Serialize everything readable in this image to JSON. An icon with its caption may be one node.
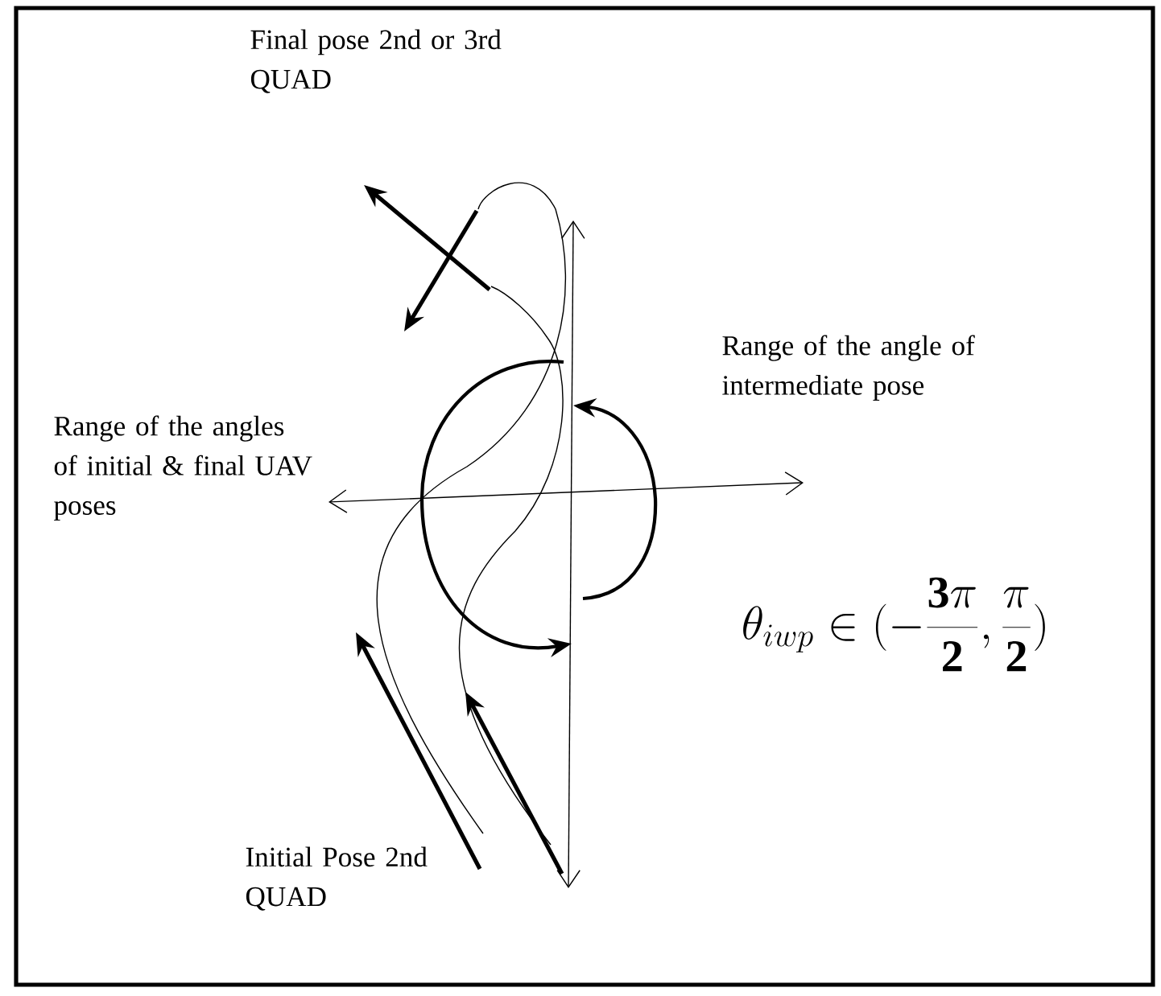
{
  "diagram": {
    "labels": [
      "Final pose 2nd or 3rd QUAD",
      "Range of the angle of intermediate pose",
      "Range of the angles of initial & final UAV poses",
      "\\theta_{iwp} \\in (-\\frac{\\mathbf{3}\\pi}{\\mathbf{2}}, \\frac{\\pi}{\\mathbf{2}})",
      "Initial Pose 2nd QUAD"
    ]
  }
}
